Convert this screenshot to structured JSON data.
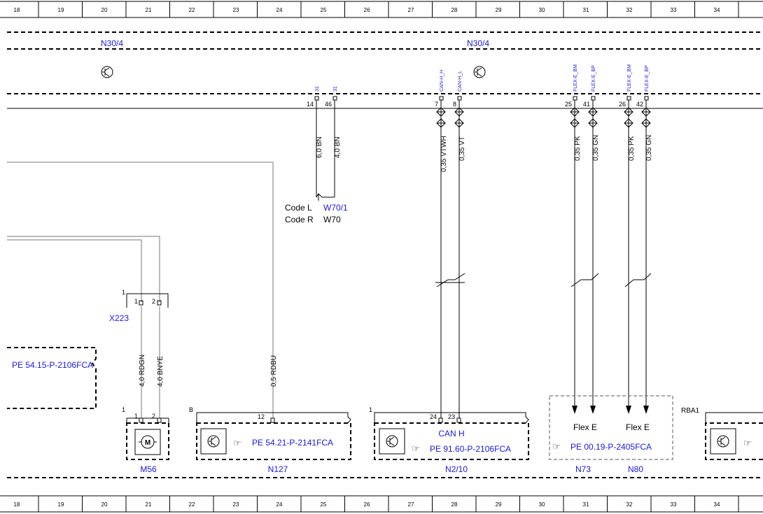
{
  "grid_columns": [
    "18",
    "19",
    "20",
    "21",
    "22",
    "23",
    "24",
    "25",
    "26",
    "27",
    "28",
    "29",
    "30",
    "31",
    "32",
    "33",
    "34"
  ],
  "components": {
    "n30_4_left": "N30/4",
    "n30_4_right": "N30/4",
    "x223": "X223",
    "m56": "M56",
    "n127": "N127",
    "n2_10": "N2/10",
    "n73": "N73",
    "n80": "N80",
    "w70_1": "W70/1",
    "w70": "W70",
    "rba1": "RBA1"
  },
  "code_labels": {
    "code_l": "Code L",
    "code_r": "Code R"
  },
  "pin_names": {
    "p14": "31",
    "p46": "31",
    "p7": "CAN-H_H",
    "p8": "CAN-H_L",
    "p25": "FLEX-E_BM",
    "p41": "FLEX-E_BP",
    "p26": "FLEX-E_BM",
    "p42": "FLEX-E_BP"
  },
  "pin_numbers": {
    "p14": "14",
    "p46": "46",
    "p7": "7",
    "p8": "8",
    "p25": "25",
    "p41": "41",
    "p26": "26",
    "p42": "42",
    "x223_1": "1",
    "x223_2": "2",
    "x223_corner": "1",
    "m56_1": "1",
    "m56_2": "2",
    "m56_corner": "1",
    "n127_12": "12",
    "n127_corner": "B",
    "n210_24": "24",
    "n210_23": "23",
    "n210_corner": "1"
  },
  "wires": {
    "w_60bn": "6,0 BN",
    "w_40bn": "4,0 BN",
    "w_vtwh": "0,35 VTWH",
    "w_vt": "0,35 VT",
    "w_pk1": "0,35 PK",
    "w_gn1": "0,35 GN",
    "w_pk2": "0,35 PK",
    "w_gn2": "0,35 GN",
    "w_rdgn": "4,0 RDGN",
    "w_bnye": "4,0 BNYE",
    "w_rdbu": "0,5 RDBU"
  },
  "references": {
    "ref_5415": "PE 54.15-P-2106FCA",
    "ref_5421": "PE 54.21-P-2141FCA",
    "ref_9160": "PE 91.60-P-2106FCA",
    "ref_0019": "PE 00.19-P-2405FCA"
  },
  "signals": {
    "can_h": "CAN H",
    "flex_e_1": "Flex E",
    "flex_e_2": "Flex E"
  },
  "icons": [
    "transistor-icon",
    "motor-icon",
    "hand-pointer-icon",
    "arrow-down-icon",
    "ground-connector-icon"
  ]
}
